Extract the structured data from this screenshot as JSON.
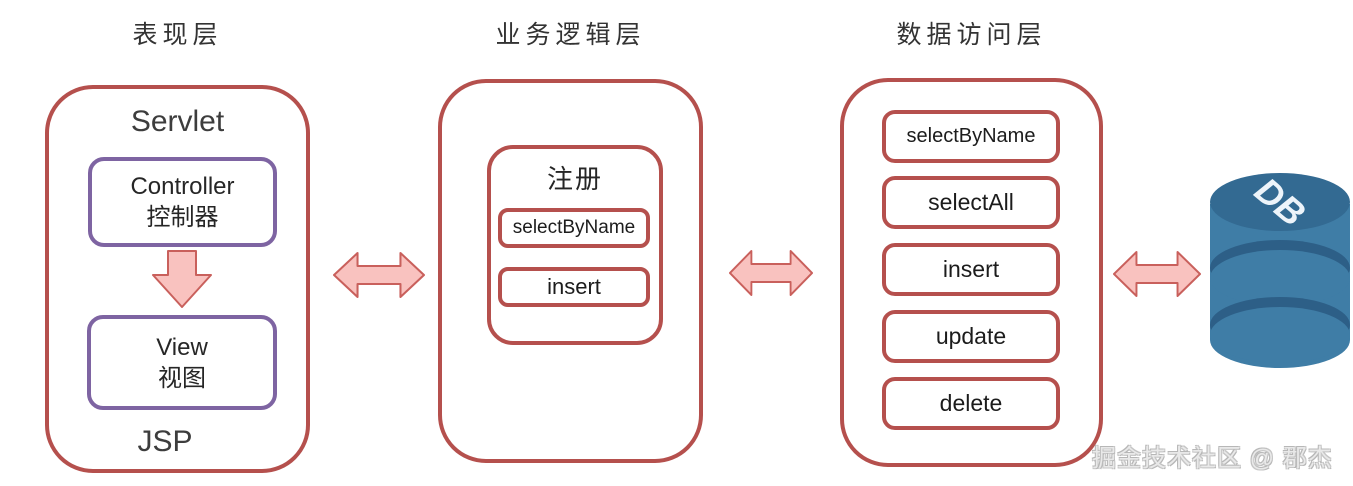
{
  "titles": {
    "presentation": "表现层",
    "business": "业务逻辑层",
    "data_access": "数据访问层"
  },
  "presentation": {
    "top_label": "Servlet",
    "bottom_label": "JSP",
    "controller": {
      "line1": "Controller",
      "line2": "控制器"
    },
    "view": {
      "line1": "View",
      "line2": "视图"
    }
  },
  "business": {
    "group_label": "注册",
    "methods": [
      "selectByName",
      "insert"
    ]
  },
  "data_access": {
    "methods": [
      "selectByName",
      "selectAll",
      "insert",
      "update",
      "delete"
    ]
  },
  "database": {
    "label": "DB"
  },
  "watermark": "掘金技术社区 @ 郡杰",
  "icons": {
    "down_arrow": "down-block-arrow",
    "layer_arrows": "double-headed-horizontal-arrow",
    "database": "db-cylinder"
  },
  "colors": {
    "layer_border_red": "#b5504d",
    "inner_border_purple": "#7e64a2",
    "arrow_fill": "#f9c2bf",
    "arrow_stroke": "#c9605c",
    "db_body": "#3f7da6",
    "db_top": "#336a92",
    "db_groove": "#2d5f87",
    "db_label_text": "#edf4fa",
    "title_text": "#333333",
    "box_text": "#262626",
    "watermark_gray": "#c9c9c9"
  }
}
